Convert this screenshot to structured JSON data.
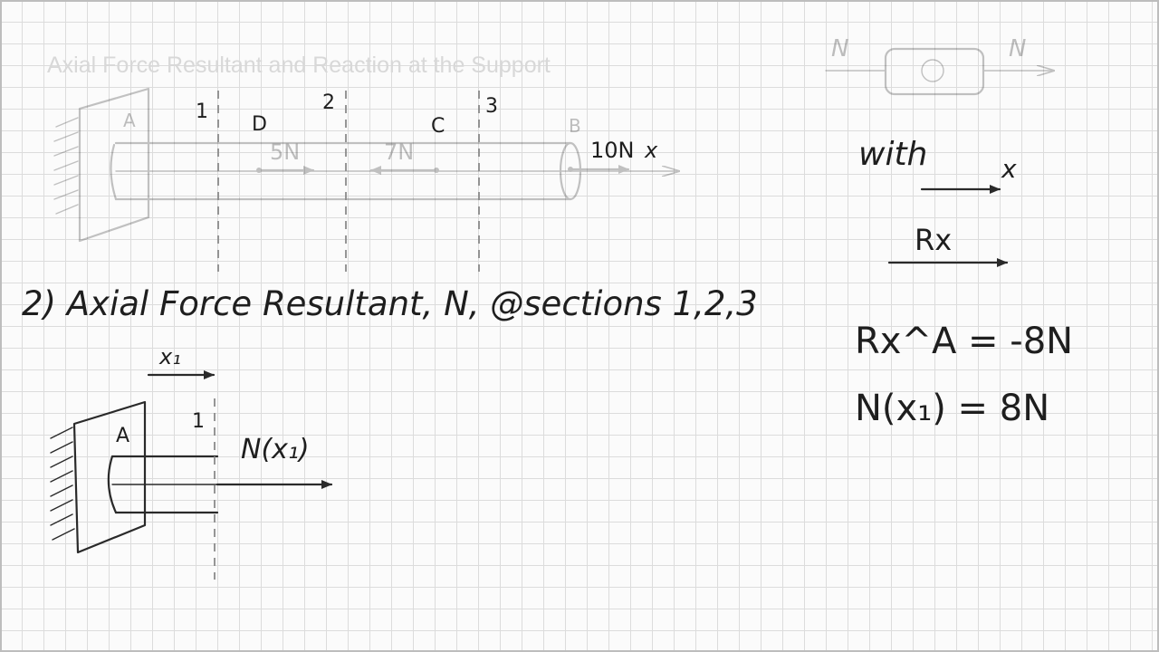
{
  "page_title": "Axial Force Resultant and Reaction at the Support",
  "top_diagram": {
    "section_labels": [
      "1",
      "2",
      "3"
    ],
    "point_labels": {
      "A": "A",
      "D": "D",
      "C": "C",
      "B": "B"
    },
    "forces": {
      "D": "5N",
      "C": "7N",
      "B": "10N"
    },
    "axis_label": "x"
  },
  "corner_sketch": {
    "left_label": "N",
    "right_label": "N"
  },
  "heading": "2) Axial Force Resultant, N, @sections 1,2,3",
  "free_body": {
    "coord_label": "x₁",
    "support_label": "A",
    "section_label": "1",
    "force_label": "N(x₁)"
  },
  "notes": {
    "with_label": "with",
    "x_label": "x",
    "rx_label": "Rx",
    "reaction_eq": "Rx^A = -8N",
    "axial_eq": "N(x₁) = 8N"
  },
  "colors": {
    "ink": "#1e1e1e",
    "faded_ink": "#bfbfbf",
    "grid": "#dcdcdc"
  }
}
